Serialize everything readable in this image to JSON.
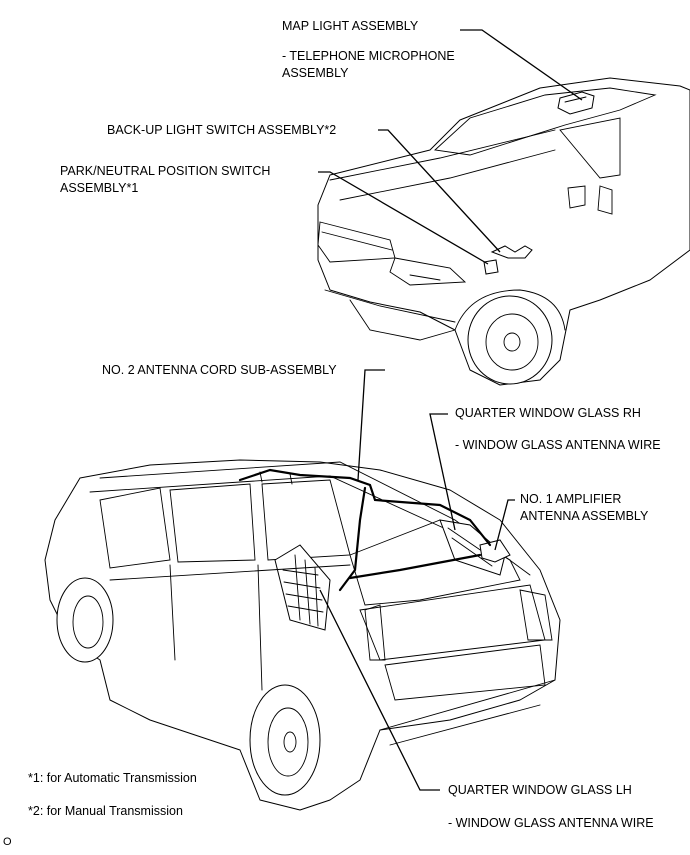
{
  "labels": {
    "map_light": "MAP LIGHT ASSEMBLY",
    "telephone_mic_1": "- TELEPHONE MICROPHONE",
    "telephone_mic_2": "ASSEMBLY",
    "backup_switch": "BACK-UP LIGHT SWITCH ASSEMBLY*2",
    "park_neutral_1": "PARK/NEUTRAL POSITION SWITCH",
    "park_neutral_2": "ASSEMBLY*1",
    "antenna_cord": "NO. 2 ANTENNA CORD SUB-ASSEMBLY",
    "quarter_rh": "QUARTER WINDOW GLASS RH",
    "antenna_wire_rh": "- WINDOW GLASS ANTENNA WIRE",
    "amplifier_1": "NO. 1 AMPLIFIER",
    "amplifier_2": "ANTENNA ASSEMBLY",
    "quarter_lh": "QUARTER WINDOW GLASS LH",
    "antenna_wire_lh": "- WINDOW GLASS ANTENNA WIRE"
  },
  "footnotes": {
    "note1": "*1: for Automatic Transmission",
    "note2": "*2: for Manual Transmission"
  },
  "figure_code": "O"
}
